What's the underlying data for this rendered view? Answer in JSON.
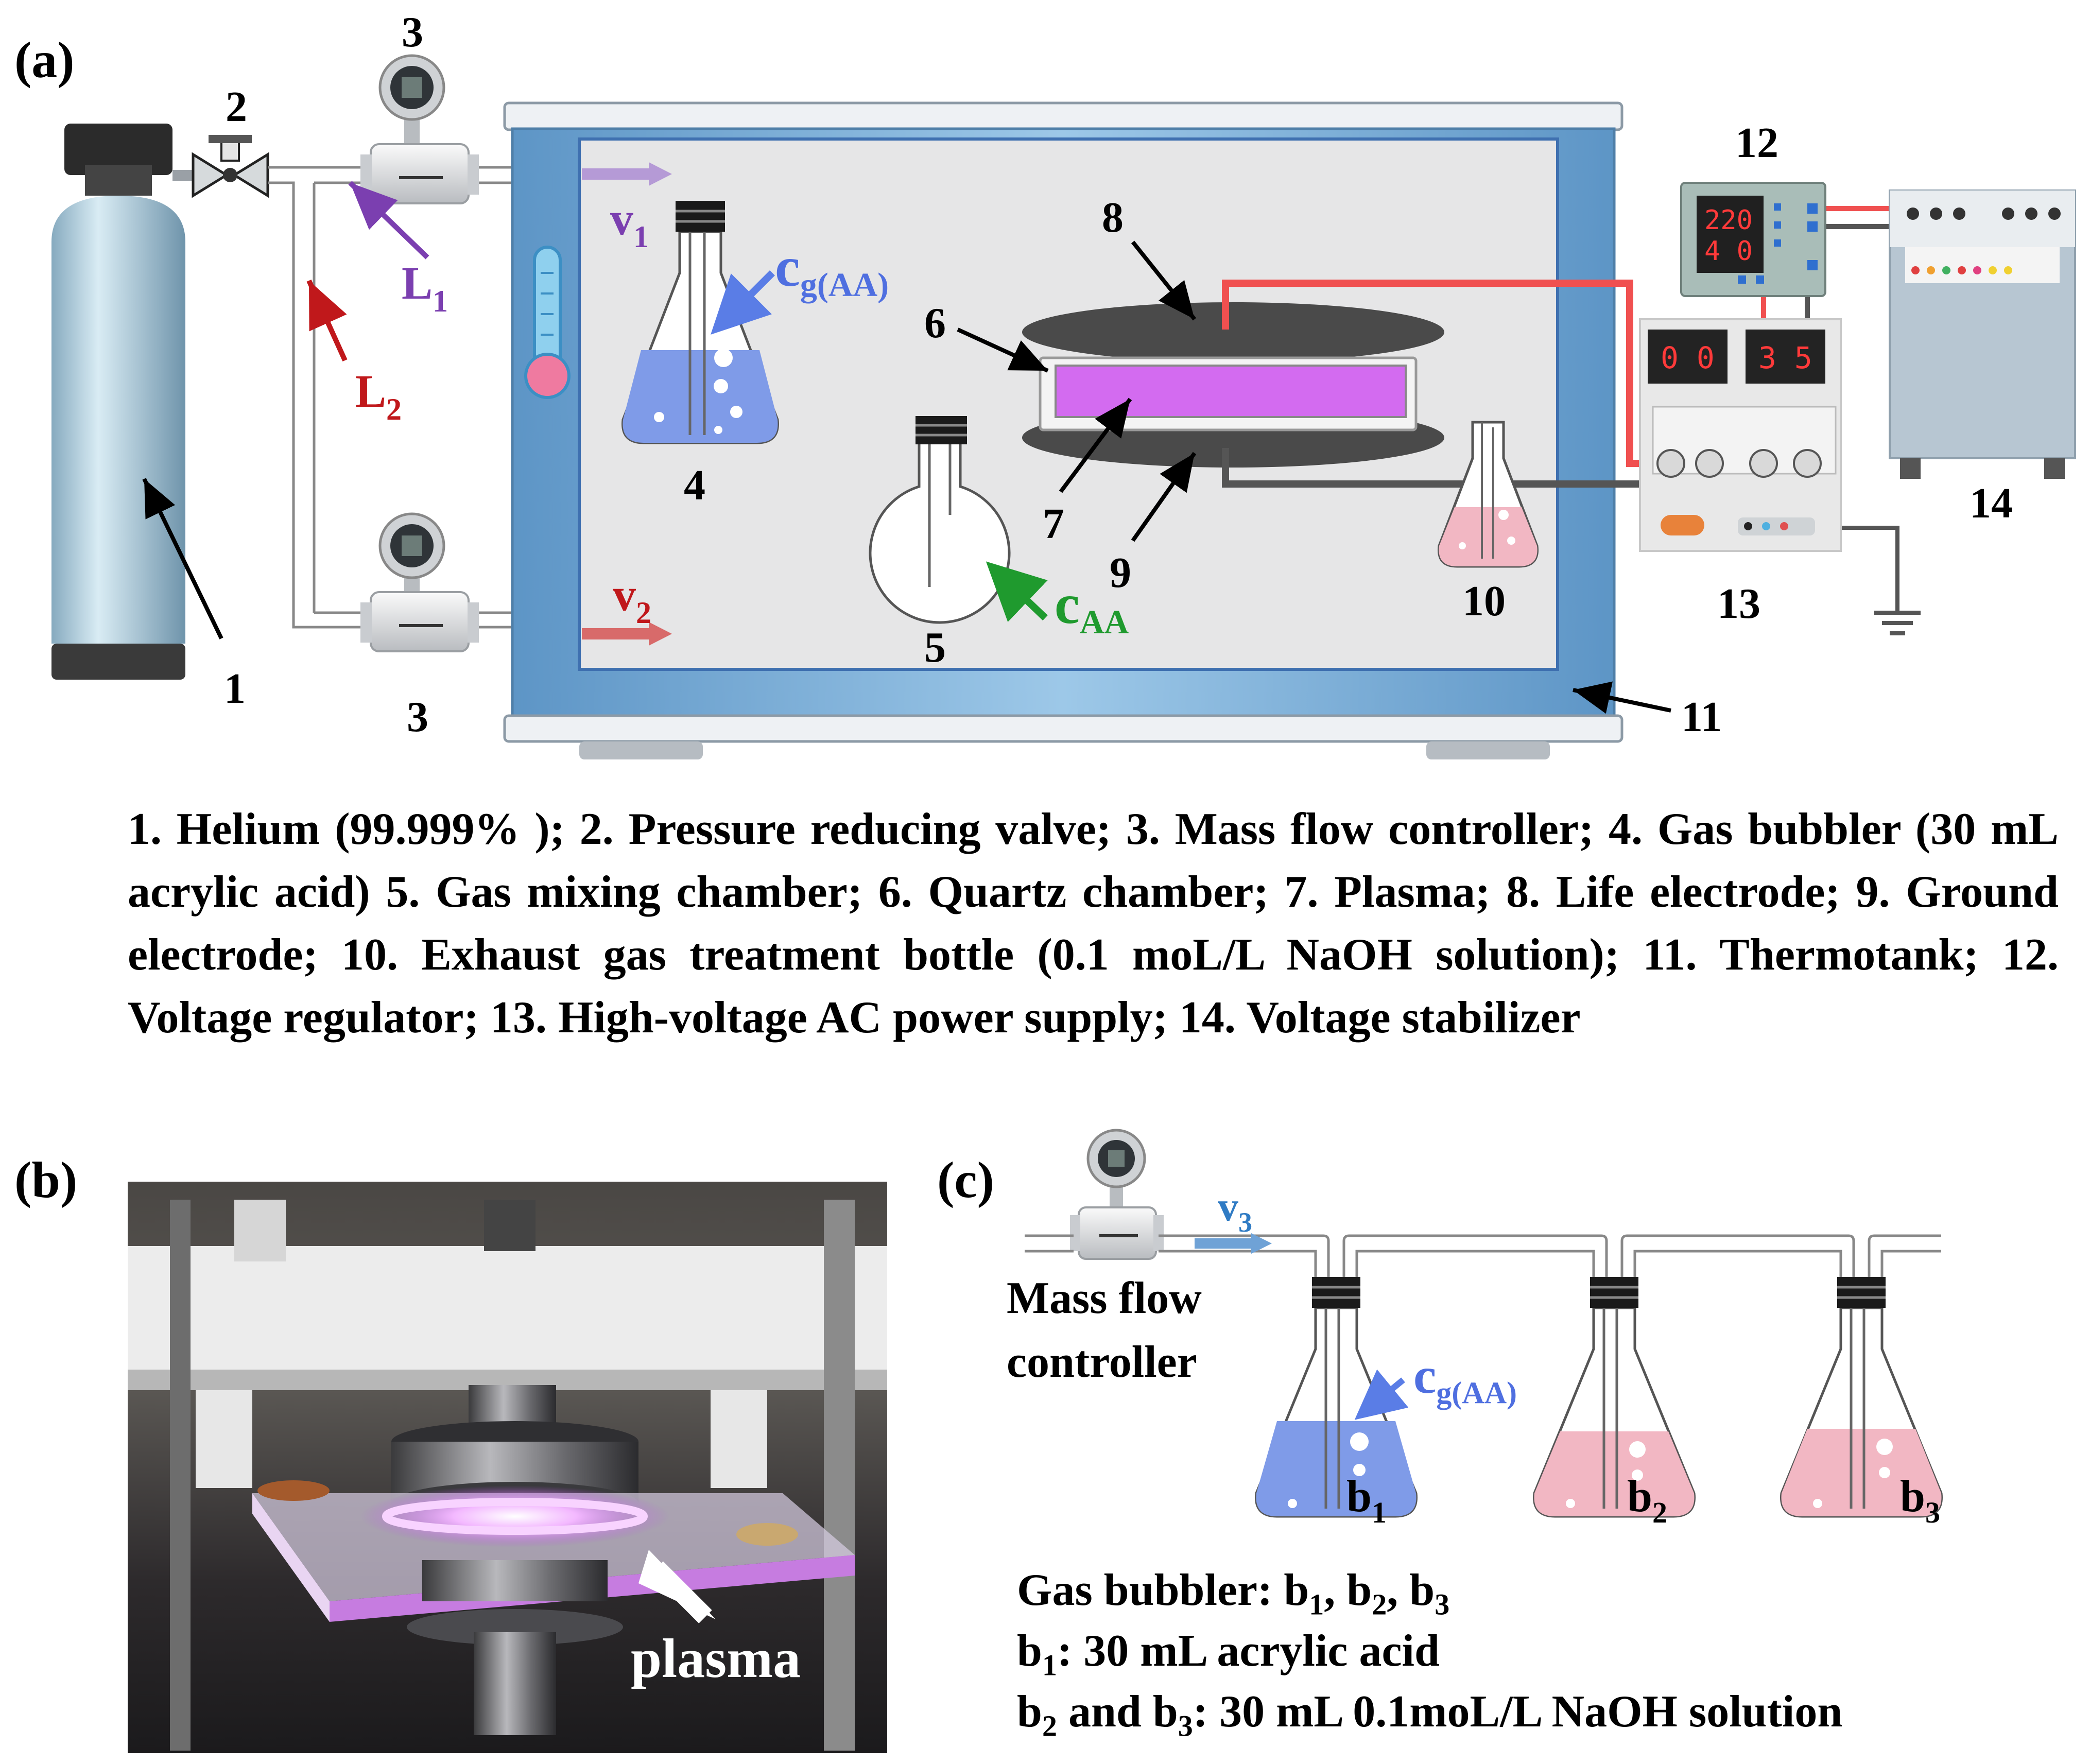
{
  "panels": {
    "a": "(a)",
    "b": "(b)",
    "c": "(c)"
  },
  "numbers": {
    "n1": "1",
    "n2": "2",
    "n3_top": "3",
    "n3_bottom": "3",
    "n4": "4",
    "n5": "5",
    "n6": "6",
    "n7": "7",
    "n8": "8",
    "n9": "9",
    "n10": "10",
    "n11": "11",
    "n12": "12",
    "n13": "13",
    "n14": "14"
  },
  "flow_labels": {
    "L1": "L",
    "L1_sub": "1",
    "L2": "L",
    "L2_sub": "2",
    "v1": "v",
    "v1_sub": "1",
    "v2": "v",
    "v2_sub": "2",
    "v3": "v",
    "v3_sub": "3",
    "cg": "c",
    "cg_sub": "g(AA)",
    "caa": "c",
    "caa_sub": "AA"
  },
  "displays": {
    "regulator_top": "220",
    "regulator_bottom": "4 0",
    "power_left": "0 0",
    "power_right": "3 5"
  },
  "legend_text": "1. Helium (99.999% ); 2. Pressure reducing valve; 3. Mass flow controller; 4. Gas bubbler (30 mL acrylic acid) 5. Gas mixing chamber; 6. Quartz chamber; 7. Plasma; 8. Life electrode; 9. Ground electrode; 10. Exhaust gas treatment bottle (0.1 moL/L NaOH solution); 11. Thermotank; 12. Voltage regulator; 13. High-voltage AC power supply; 14. Voltage stabilizer",
  "photo": {
    "plasma_label": "plasma"
  },
  "panel_c": {
    "mfc_line1": "Mass flow",
    "mfc_line2": "controller",
    "b1": "b",
    "b1_sub": "1",
    "b2": "b",
    "b2_sub": "2",
    "b3": "b",
    "b3_sub": "3",
    "line1_pre": "Gas bubbler: b",
    "line1_s1": "1",
    "line1_mid1": ", b",
    "line1_s2": "2",
    "line1_mid2": ", b",
    "line1_s3": "3",
    "line2_pre": "b",
    "line2_s": "1",
    "line2_rest": ": 30 mL acrylic acid",
    "line3_pre": "b",
    "line3_s1": "2",
    "line3_mid": " and b",
    "line3_s2": "3",
    "line3_rest": ": 30 mL 0.1moL/L NaOH solution"
  },
  "colors": {
    "purple": "#7b3fb0",
    "red": "#c0181b",
    "green": "#1f9a2e",
    "blue_label": "#4f6fe0",
    "tank_blue": "#7fb0d8",
    "plasma_pink": "#d36bf0",
    "wire_red": "#f05050",
    "liquid_blue": "#7f9be8",
    "liquid_pink": "#f2b7c3"
  }
}
